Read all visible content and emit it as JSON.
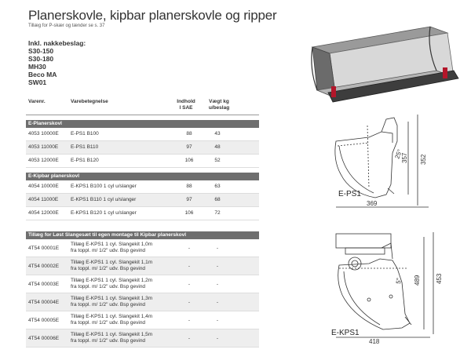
{
  "title": "Planerskovle, kipbar planerskovle og ripper",
  "subtitle": "Tillæg for P-skær og tænder se s. 37",
  "inkl": {
    "heading": "Inkl. nakkebeslag:",
    "items": [
      "S30-150",
      "S30-180",
      "MH30",
      "Beco MA",
      "SW01"
    ]
  },
  "table": {
    "headers": {
      "varenr": "Varenr.",
      "betegnelse": "Varebetegnelse",
      "indhold": [
        "Indhold",
        "l SAE"
      ],
      "vaegt": [
        "Vægt kg",
        "u/beslag"
      ]
    },
    "sections": [
      {
        "name": "E-Planerskovl",
        "rows": [
          {
            "nr": "4053 10000E",
            "desc": "E-PS1 B100",
            "indhold": "88",
            "vaegt": "43"
          },
          {
            "nr": "4053 11000E",
            "desc": "E-PS1 B110",
            "indhold": "97",
            "vaegt": "48"
          },
          {
            "nr": "4053 12000E",
            "desc": "E-PS1 B120",
            "indhold": "106",
            "vaegt": "52"
          }
        ]
      },
      {
        "name": "E-Kipbar planerskovl",
        "rows": [
          {
            "nr": "4054 10000E",
            "desc": "E-KPS1 B100 1 cyl u/slanger",
            "indhold": "88",
            "vaegt": "63"
          },
          {
            "nr": "4054 11000E",
            "desc": "E-KPS1 B110 1 cyl u/slanger",
            "indhold": "97",
            "vaegt": "68"
          },
          {
            "nr": "4054 12000E",
            "desc": "E-KPS1 B120 1 cyl u/slanger",
            "indhold": "106",
            "vaegt": "72"
          }
        ]
      },
      {
        "name": "Tillæg for Løst Slangesæt til egen montage til Kipbar planerskovl",
        "rows": [
          {
            "nr": "4T54 00001E",
            "desc": [
              "Tillæg E-KPS1 1 cyl. Slangekit 1,0m",
              "fra toppl. m/ 1/2\" udv. Bsp gevind"
            ],
            "indhold": "-",
            "vaegt": "-"
          },
          {
            "nr": "4T54 00002E",
            "desc": [
              "Tillæg E-KPS1 1 cyl. Slangekit 1,1m",
              "fra toppl. m/ 1/2\" udv. Bsp gevind"
            ],
            "indhold": "-",
            "vaegt": "-"
          },
          {
            "nr": "4T54 00003E",
            "desc": [
              "Tillæg E-KPS1 1 cyl. Slangekit 1,2m",
              "fra toppl. m/ 1/2\" udv. Bsp gevind"
            ],
            "indhold": "-",
            "vaegt": "-"
          },
          {
            "nr": "4T54 00004E",
            "desc": [
              "Tillæg E-KPS1 1 cyl. Slangekit 1,3m",
              "fra toppl. m/ 1/2\" udv. Bsp gevind"
            ],
            "indhold": "-",
            "vaegt": "-"
          },
          {
            "nr": "4T54 00005E",
            "desc": [
              "Tillæg E-KPS1 1 cyl. Slangekit 1,4m",
              "fra toppl. m/ 1/2\" udv. Bsp gevind"
            ],
            "indhold": "-",
            "vaegt": "-"
          },
          {
            "nr": "4T54 00006E",
            "desc": [
              "Tillæg E-KPS1 1 cyl. Slangekit 1,5m",
              "fra toppl. m/ 1/2\" udv. Bsp gevind"
            ],
            "indhold": "-",
            "vaegt": "-"
          }
        ]
      }
    ]
  },
  "diagrams": {
    "ps1": {
      "label": "E-PS1",
      "width": "369",
      "height_outer": "352",
      "height_inner": "357",
      "angle": "25°"
    },
    "kps1": {
      "label": "E-KPS1",
      "width": "418",
      "height_outer": "453",
      "height_inner": "489",
      "angle": "5°"
    }
  }
}
